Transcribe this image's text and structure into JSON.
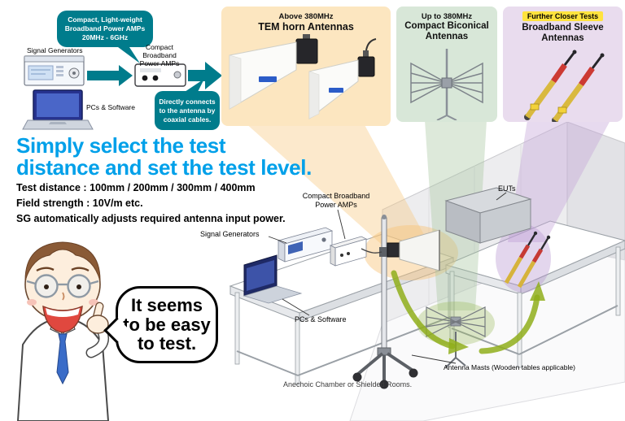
{
  "colors": {
    "teal": "#007c8c",
    "headline": "#00a0e9",
    "tem_panel": "#fce6c0",
    "biconical_panel": "#d8e7d8",
    "sleeve_panel": "#e9dcee",
    "highlight_yellow": "#ffe33e",
    "arrow_green": "#8fae1b",
    "tie_blue": "#3a6cc8"
  },
  "flow": {
    "amp_bubble": {
      "l1": "Compact, Light-weight",
      "l2": "Broadband Power AMPs",
      "l3": "20MHz - 6GHz"
    },
    "signal_generators_label": "Signal Generators",
    "power_amps_label": {
      "l1": "Compact Broadband",
      "l2": "Power AMPs"
    },
    "pcs_label": "PCs & Software",
    "connect_bubble": {
      "l1": "Directly connects",
      "l2": "to the antenna by",
      "l3": "coaxial cables."
    }
  },
  "panels": {
    "tem": {
      "subtitle": "Above 380MHz",
      "title": "TEM horn Antennas"
    },
    "biconical": {
      "subtitle": "Up to 380MHz",
      "title_l1": "Compact Biconical",
      "title_l2": "Antennas"
    },
    "sleeve": {
      "subtitle": "Further Closer Tests",
      "title_l1": "Broadband Sleeve",
      "title_l2": "Antennas"
    }
  },
  "headline": {
    "l1": "Simply select the test",
    "l2": "distance and set the test level."
  },
  "details": {
    "l1": "Test distance : 100mm / 200mm / 300mm / 400mm",
    "l2": "Field strength : 10V/m etc.",
    "l3": "SG automatically adjusts required antenna input power."
  },
  "speech": {
    "l1": "It seems",
    "l2": "to be easy",
    "l3": "to test."
  },
  "scene": {
    "power_amps_label": {
      "l1": "Compact Broadband",
      "l2": "Power AMPs"
    },
    "signal_generators_label": "Signal Generators",
    "pcs_label": "PCs & Software",
    "euts_label": "EUTs",
    "masts_label": "Antenna Masts (Wooden tables applicable)",
    "chamber_label": "Anechoic Chamber or Shielded Rooms."
  }
}
